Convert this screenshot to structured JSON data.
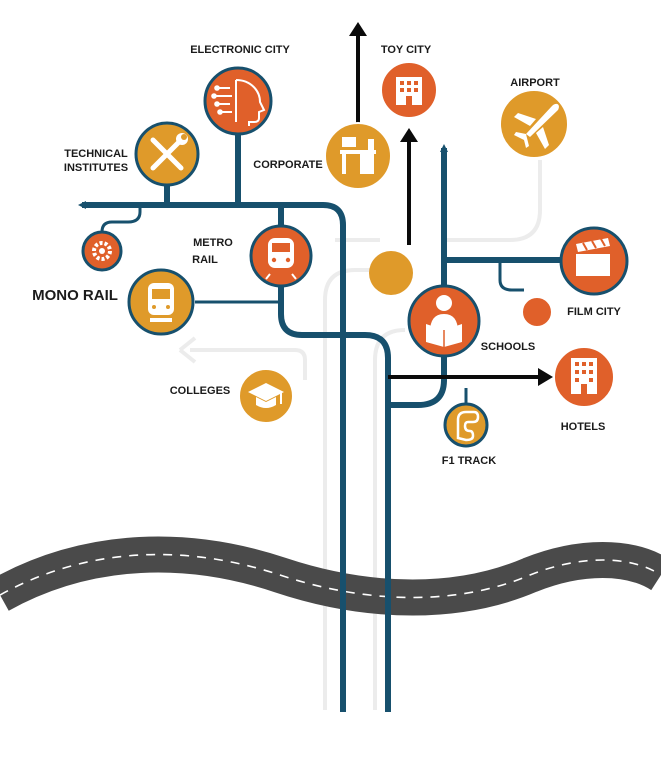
{
  "colors": {
    "navy": "#17506d",
    "orange": "#e0602a",
    "gold": "#df9a2a",
    "road": "#4a4a4a",
    "arrow": "#0b0b0b",
    "ghost": "#ececec"
  },
  "nodes": [
    {
      "id": "electronic-city",
      "label": "ELECTRONIC CITY",
      "icon": "circuit-head-icon",
      "color": "orange"
    },
    {
      "id": "technical-institutes",
      "label_lines": [
        "TECHNICAL",
        "INSTITUTES"
      ],
      "icon": "tools-icon",
      "color": "gold"
    },
    {
      "id": "mono-rail-gear",
      "icon": "gear-icon",
      "color": "orange"
    },
    {
      "id": "mono-rail",
      "label": "MONO RAIL",
      "icon": "monorail-train-icon",
      "color": "gold"
    },
    {
      "id": "metro-rail",
      "label_lines": [
        "METRO",
        "RAIL"
      ],
      "icon": "metro-train-icon",
      "color": "orange"
    },
    {
      "id": "colleges",
      "label": "COLLEGES",
      "icon": "graduation-cap-icon",
      "color": "gold"
    },
    {
      "id": "corporate",
      "label": "CORPORATE",
      "icon": "office-desk-icon",
      "color": "gold"
    },
    {
      "id": "toy-city",
      "label": "TOY CITY",
      "icon": "building-icon",
      "color": "orange"
    },
    {
      "id": "airport",
      "label": "AIRPORT",
      "icon": "airplane-icon",
      "color": "gold"
    },
    {
      "id": "center-dot",
      "icon": "dot-icon",
      "color": "gold"
    },
    {
      "id": "film-city",
      "label": "FILM CITY",
      "icon": "clapperboard-icon",
      "color": "orange"
    },
    {
      "id": "film-city-dot",
      "icon": "dot-icon",
      "color": "orange"
    },
    {
      "id": "schools",
      "label": "SCHOOLS",
      "icon": "student-reading-icon",
      "color": "orange"
    },
    {
      "id": "hotels",
      "label": "HOTELS",
      "icon": "hotel-building-icon",
      "color": "orange"
    },
    {
      "id": "f1-track",
      "label": "F1 TRACK",
      "icon": "race-track-icon",
      "color": "gold"
    }
  ]
}
